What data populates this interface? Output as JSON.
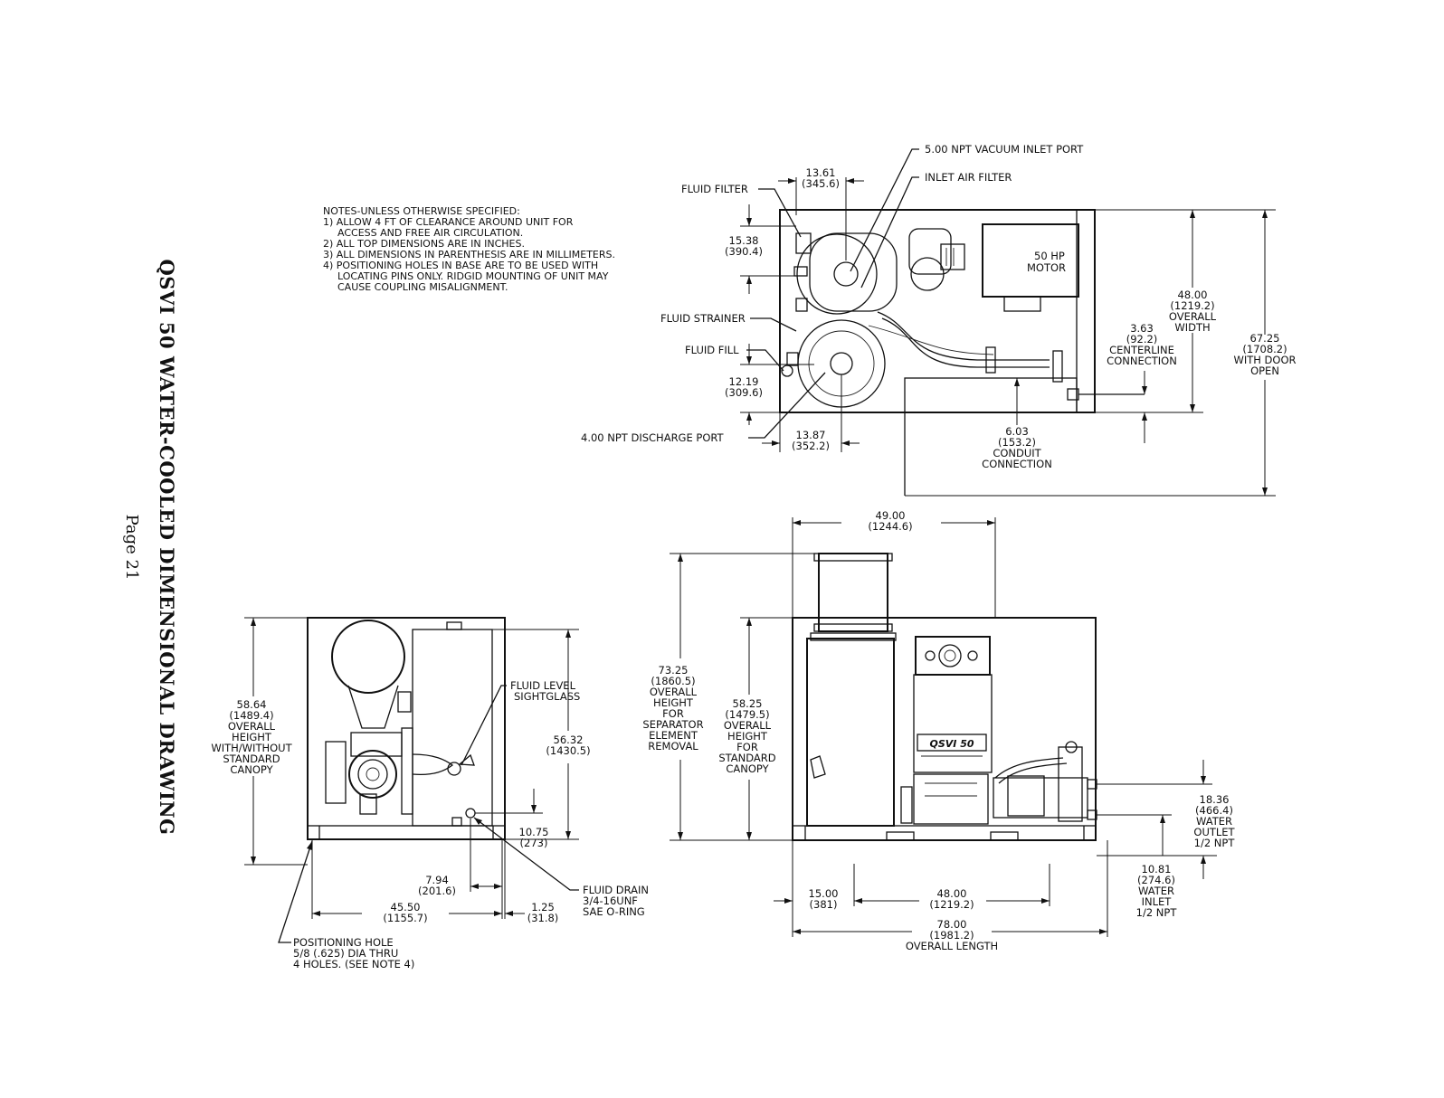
{
  "title": "QSVI 50 WATER-COOLED DIMENSIONAL DRAWING",
  "page_label": "Page 21",
  "notes": [
    "NOTES-UNLESS OTHERWISE SPECIFIED:",
    "1) ALLOW 4 FT OF CLEARANCE AROUND UNIT FOR",
    "ACCESS AND FREE AIR CIRCULATION.",
    "2) ALL TOP DIMENSIONS ARE IN INCHES.",
    "3) ALL DIMENSIONS IN PARENTHESIS ARE IN MILLIMETERS.",
    "4) POSITIONING HOLES IN BASE ARE TO BE USED WITH",
    "LOCATING PINS ONLY. RIDGID MOUNTING OF UNIT MAY",
    "CAUSE COUPLING MISALIGNMENT."
  ],
  "top_view": {
    "vacuum_inlet": "5.00 NPT VACUUM INLET PORT",
    "inlet_air_filter": "INLET AIR FILTER",
    "fluid_filter": "FLUID FILTER",
    "fluid_strainer": "FLUID STRAINER",
    "fluid_fill": "FLUID FILL",
    "discharge_port": "4.00 NPT DISCHARGE PORT",
    "motor_line1": "50 HP",
    "motor_line2": "MOTOR",
    "dim_1361": "13.61",
    "dim_1361_mm": "(345.6)",
    "dim_1538": "15.38",
    "dim_1538_mm": "(390.4)",
    "dim_1219": "12.19",
    "dim_1219_mm": "(309.6)",
    "dim_1387": "13.87",
    "dim_1387_mm": "(352.2)",
    "dim_603": "6.03",
    "dim_603_mm": "(153.2)",
    "conduit_1": "CONDUIT",
    "conduit_2": "CONNECTION",
    "dim_363": "3.63",
    "dim_363_mm": "(92.2)",
    "centerline_1": "CENTERLINE",
    "centerline_2": "CONNECTION",
    "dim_4800": "48.00",
    "dim_4800_mm": "(1219.2)",
    "overall_1": "OVERALL",
    "overall_2": "WIDTH",
    "dim_6725": "67.25",
    "dim_6725_mm": "(1708.2)",
    "door_1": "WITH DOOR",
    "door_2": "OPEN"
  },
  "side_view": {
    "sightglass_1": "FLUID LEVEL",
    "sightglass_2": "SIGHTGLASS",
    "dim_5864": "58.64",
    "dim_5864_mm": "(1489.4)",
    "h_1": "OVERALL",
    "h_2": "HEIGHT",
    "h_3": "WITH/WITHOUT",
    "h_4": "STANDARD",
    "h_5": "CANOPY",
    "dim_5632": "56.32",
    "dim_5632_mm": "(1430.5)",
    "dim_1075": "10.75",
    "dim_1075_mm": "(273)",
    "dim_794": "7.94",
    "dim_794_mm": "(201.6)",
    "dim_4550": "45.50",
    "dim_4550_mm": "(1155.7)",
    "dim_125": "1.25",
    "dim_125_mm": "(31.8)",
    "drain_1": "FLUID DRAIN",
    "drain_2": "3/4-16UNF",
    "drain_3": "SAE O-RING",
    "hole_1": "POSITIONING HOLE",
    "hole_2": "5/8 (.625) DIA THRU",
    "hole_3": "4 HOLES. (SEE NOTE 4)"
  },
  "front_view": {
    "dim_4900": "49.00",
    "dim_4900_mm": "(1244.6)",
    "dim_7325": "73.25",
    "dim_7325_mm": "(1860.5)",
    "sep_1": "OVERALL",
    "sep_2": "HEIGHT",
    "sep_3": "FOR",
    "sep_4": "SEPARATOR",
    "sep_5": "ELEMENT",
    "sep_6": "REMOVAL",
    "dim_5825": "58.25",
    "dim_5825_mm": "(1479.5)",
    "can_1": "OVERALL",
    "can_2": "HEIGHT",
    "can_3": "FOR",
    "can_4": "STANDARD",
    "can_5": "CANOPY",
    "brand": "QSVI 50",
    "dim_1836": "18.36",
    "dim_1836_mm": "(466.4)",
    "wo_1": "WATER",
    "wo_2": "OUTLET",
    "wo_3": "1/2 NPT",
    "dim_1081": "10.81",
    "dim_1081_mm": "(274.6)",
    "wi_1": "WATER",
    "wi_2": "INLET",
    "wi_3": "1/2 NPT",
    "dim_1500": "15.00",
    "dim_1500_mm": "(381)",
    "dim_4800b": "48.00",
    "dim_4800b_mm": "(1219.2)",
    "dim_7800": "78.00",
    "dim_7800_mm": "(1981.2)",
    "length_label": "OVERALL LENGTH"
  },
  "colors": {
    "ink": "#111111",
    "paper": "#ffffff"
  }
}
